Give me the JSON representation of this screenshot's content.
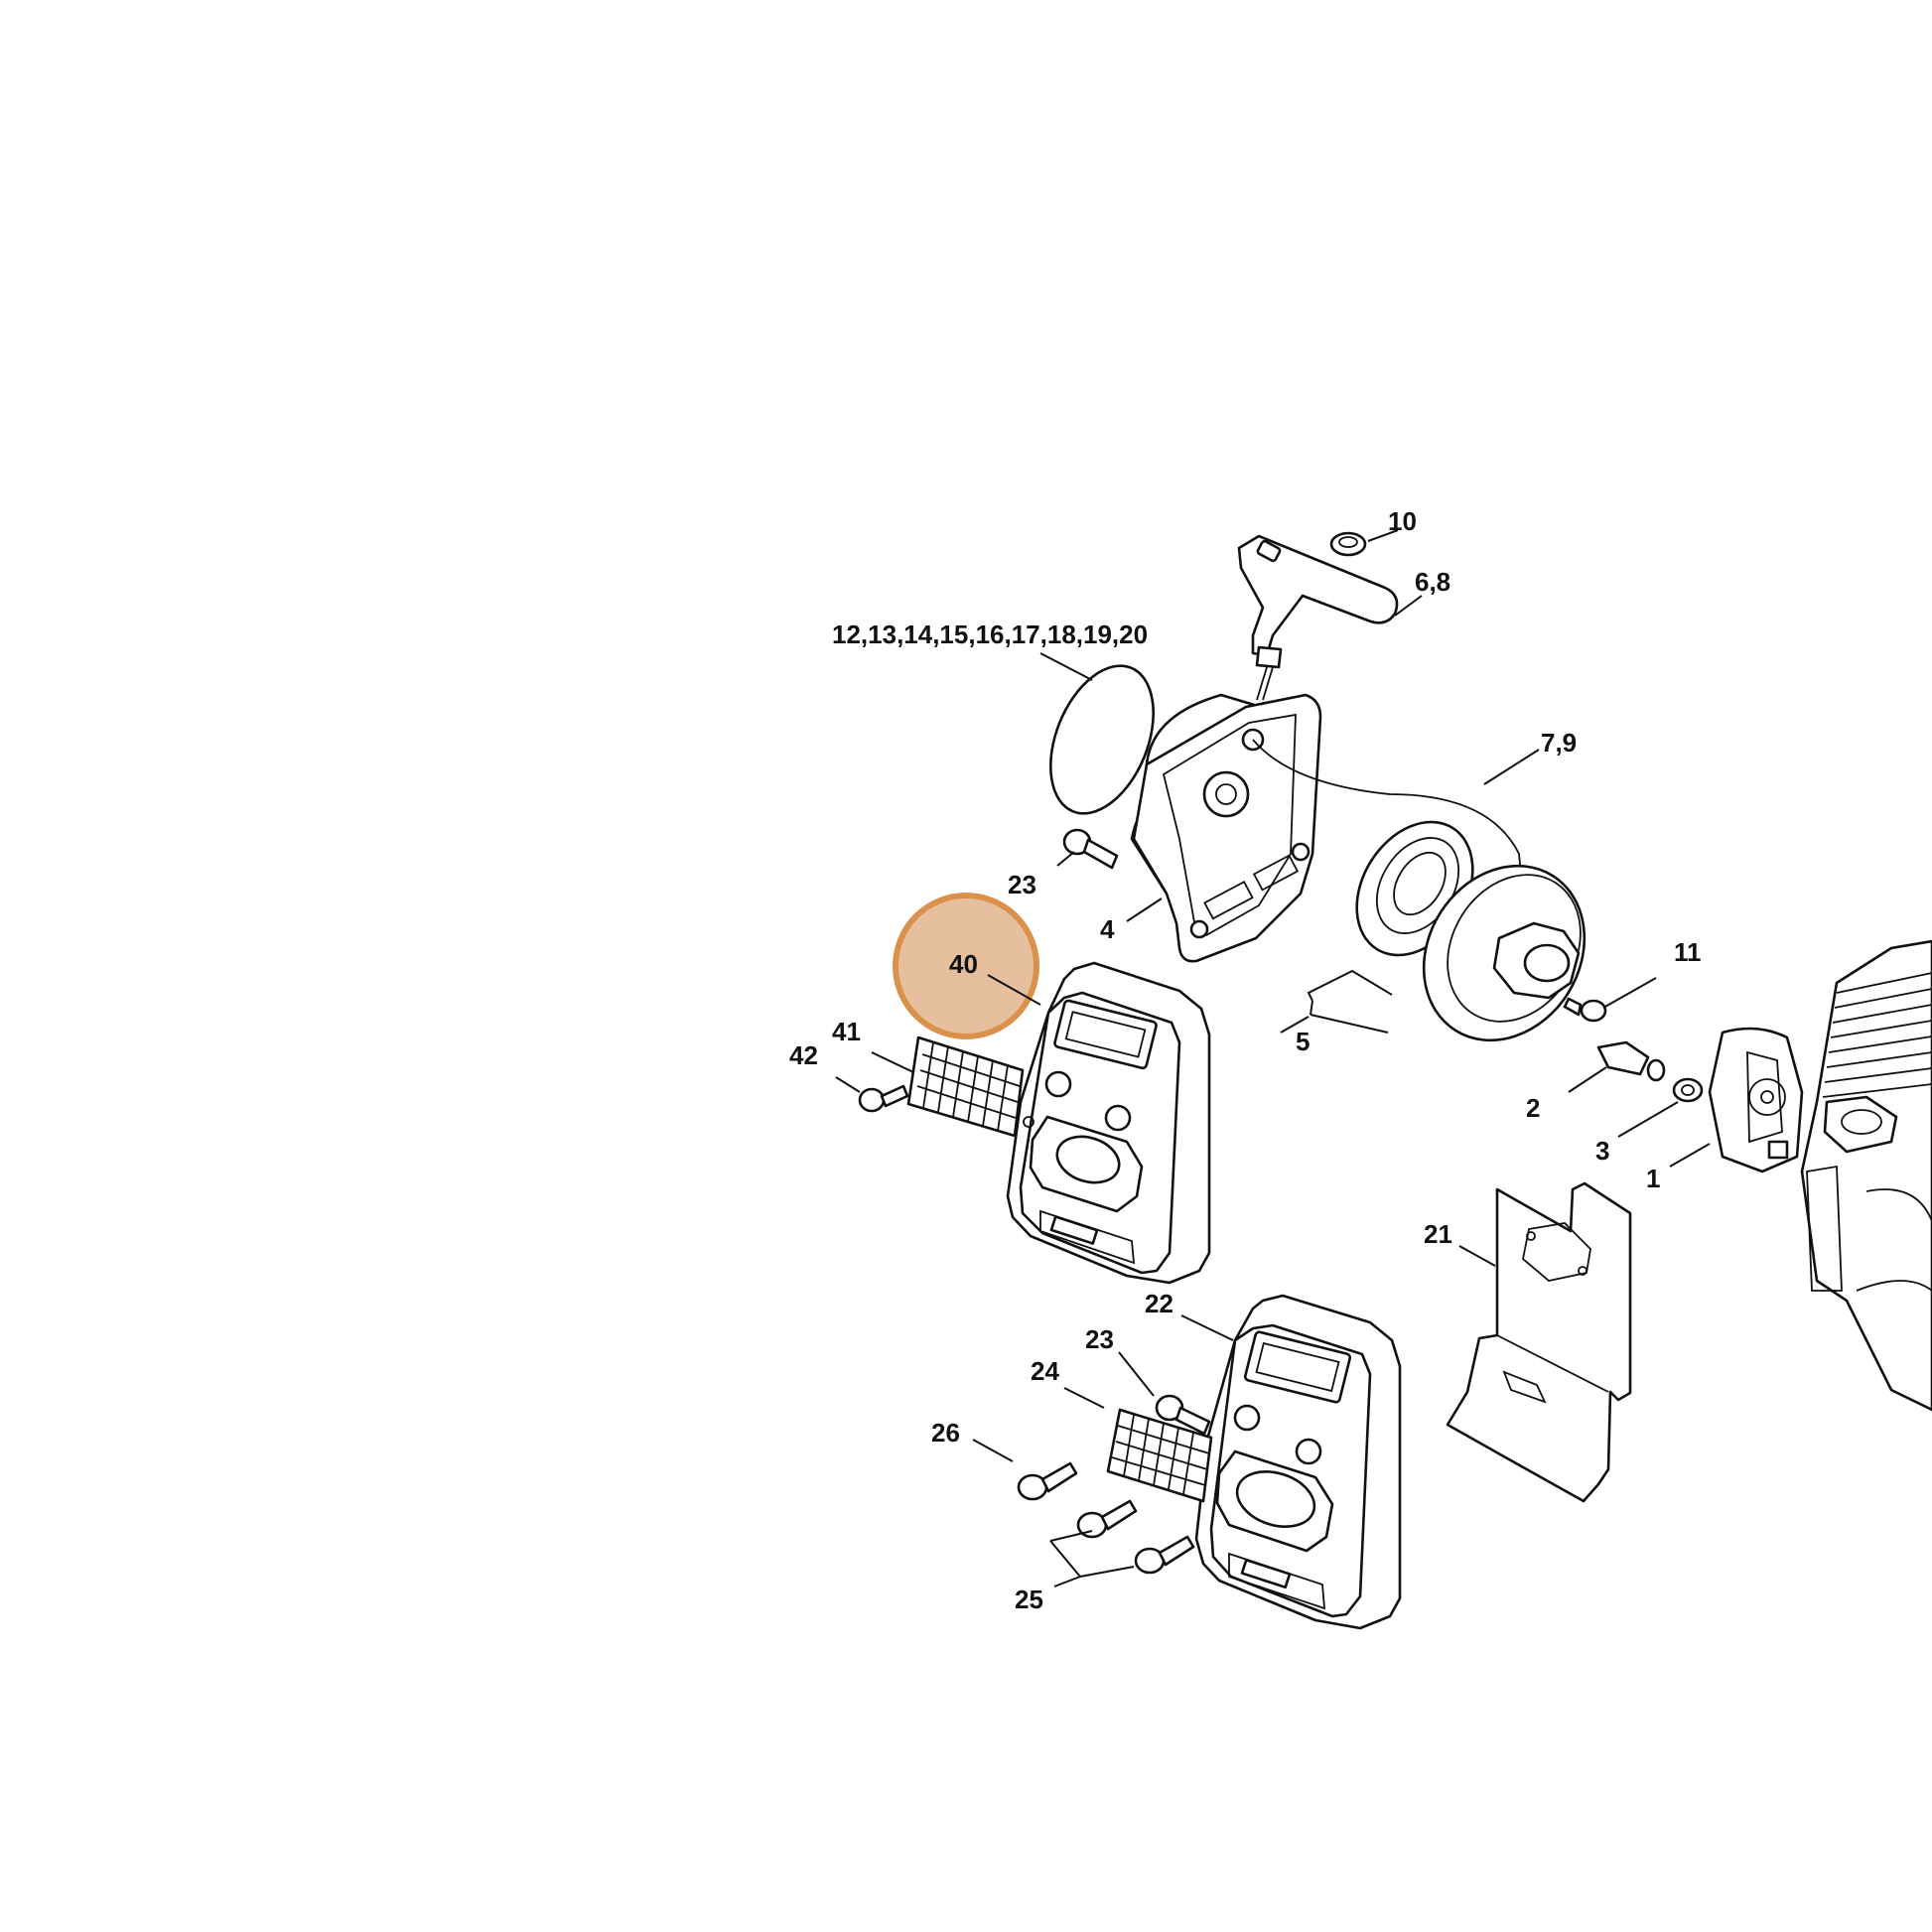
{
  "highlight": {
    "label": "40",
    "fill": "#e6c09e",
    "stroke": "#d9914b"
  },
  "callouts": {
    "p10": "10",
    "p68": "6,8",
    "p12": "12,13,14,15,16,17,18,19,20",
    "p79": "7,9",
    "p23a": "23",
    "p4": "4",
    "p11": "11",
    "p41": "41",
    "p42": "42",
    "p5": "5",
    "p2": "2",
    "p3": "3",
    "p1": "1",
    "p21": "21",
    "p22": "22",
    "p23b": "23",
    "p24": "24",
    "p26": "26",
    "p25": "25"
  }
}
